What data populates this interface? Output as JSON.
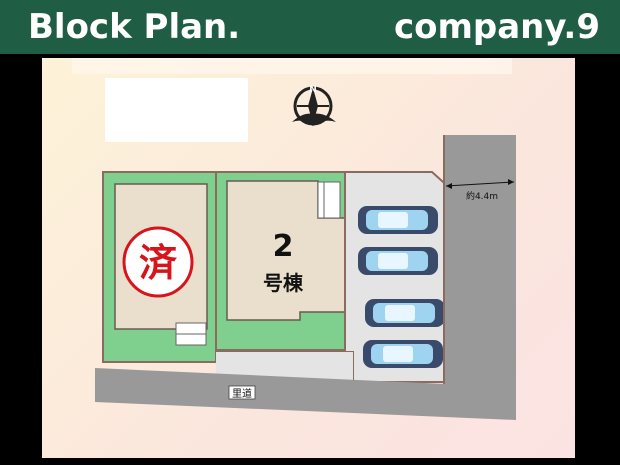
{
  "header": {
    "title": "Block Plan.",
    "company": "company.9"
  },
  "plan": {
    "compass_label": "N",
    "sold_lot_mark": "済",
    "building_number": "2",
    "building_label": "号棟",
    "road_width_label": "約4.4m",
    "road_label": "里道"
  },
  "colors": {
    "header_bg": "#1f5d44",
    "lot_green": "#7fcf8e",
    "building_fill": "#e9dfcc",
    "parking_gray": "#e4e4e4",
    "road_gray": "#999999",
    "sold_red": "#d8141b"
  }
}
